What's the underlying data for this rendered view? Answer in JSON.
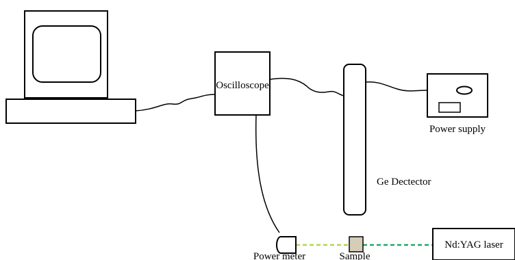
{
  "labels": {
    "oscilloscope": "Oscilloscope",
    "power_supply": "Power supply",
    "ge_detector": "Ge Dectector",
    "laser": "Nd:YAG laser",
    "power_meter": "Power meter",
    "sample": "Sample"
  },
  "colors": {
    "outline": "#000000",
    "sample_fill": "#d6cdb8",
    "beam_left": "#b2d64a",
    "beam_right": "#1ea96a"
  }
}
